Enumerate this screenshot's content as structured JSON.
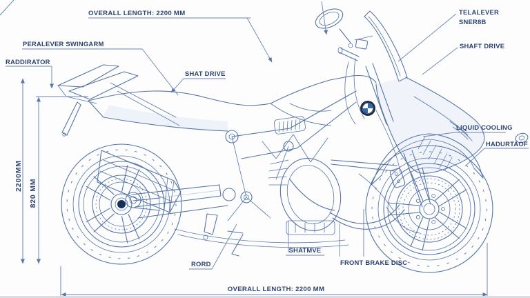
{
  "diagram": {
    "title_context": "motorcycle blueprint schematic",
    "labels": {
      "overall_length_top": "OVERALL LENGTH: 2200 MM",
      "paralever_swingarm": "PERALEVER SWINGARM",
      "radiator": "RADDIRATOR",
      "shaft_drive_left": "SHAT DRIVE",
      "telelever_line1": "TELALEVER",
      "telelever_line2": "SNER8B",
      "shaft_drive_right": "SHAFT DRIVE",
      "liquid_cooling": "LIQUID COOLING",
      "front_fender": "HADURTAOF",
      "overall_height": "2200MM",
      "seat_height": "820 MM",
      "rord": "RORD",
      "shatmve": "SHATMVE",
      "front_brake_disc": "FRONT BRAKE DISC",
      "overall_length_bottom": "OVERALL LENGTH: 2200 MM"
    },
    "dimensions": {
      "overall_length_mm": 2200,
      "height_mm": 2200,
      "seat_height_mm": 820
    },
    "icons": {
      "logo": "bmw-roundel"
    },
    "colors": {
      "background": "#fdfdfe",
      "line": "#5474a8",
      "dark_line": "#3f5d92",
      "text": "#2c4270",
      "leader": "#6b84b0",
      "bmw_blue": "#2f6db5",
      "bmw_navy": "#1d2c4e",
      "hub_dot": "#16305c"
    }
  }
}
